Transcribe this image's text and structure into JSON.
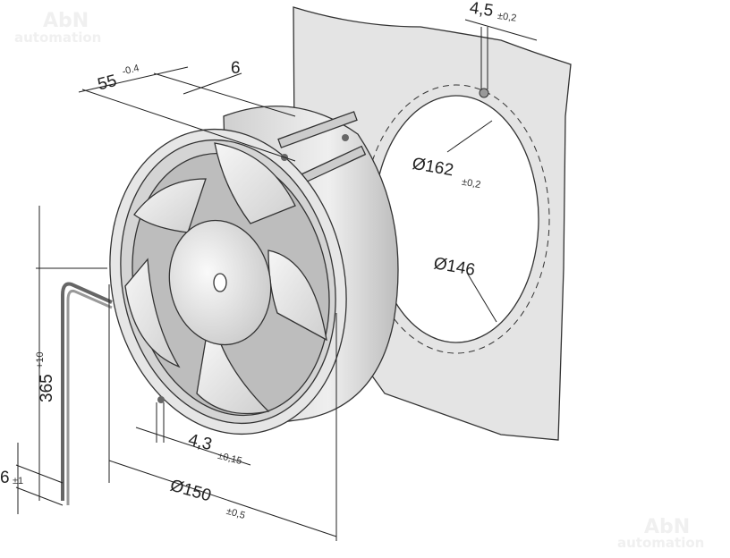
{
  "watermark": {
    "brand": "AbN",
    "sub": "automation"
  },
  "dimensions": {
    "depth": {
      "value": "55",
      "tol": "-0.4"
    },
    "flange": {
      "value": "6"
    },
    "hole_top": {
      "value": "4,5",
      "tol": "±0,2"
    },
    "bolt_circle": {
      "value": "Ø162",
      "tol": "±0,2"
    },
    "cutout": {
      "value": "Ø146"
    },
    "cable_length": {
      "value": "365",
      "tol": "+10"
    },
    "strip_length": {
      "value": "6",
      "tol": "±1"
    },
    "hole_bottom": {
      "value": "4,3",
      "tol": "±0,15"
    },
    "diameter": {
      "value": "Ø150",
      "tol": "±0,5"
    }
  },
  "colors": {
    "plate": "#e4e4e4",
    "fan_body": "#d9d9d9",
    "line": "#222222"
  }
}
